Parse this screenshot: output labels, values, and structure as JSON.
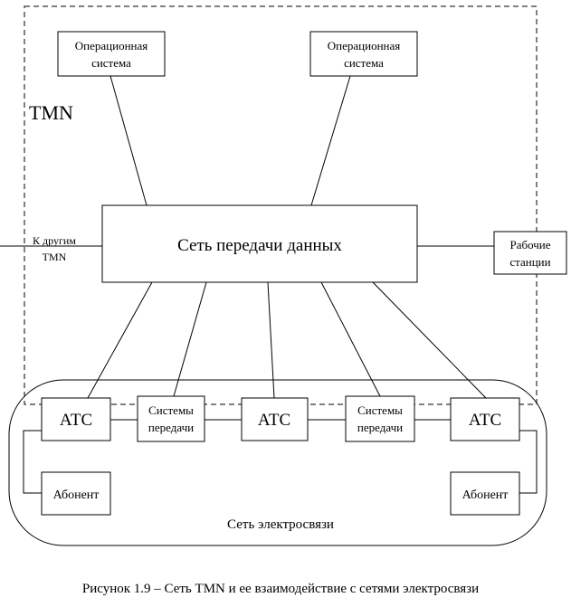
{
  "tmn_label": "TMN",
  "op_system_left": [
    "Операционная",
    "система"
  ],
  "op_system_right": [
    "Операционная",
    "система"
  ],
  "data_network": "Сеть передачи данных",
  "other_tmn": [
    "К другим",
    "TMN"
  ],
  "workstations": [
    "Рабочие",
    "станции"
  ],
  "atc_left": "АТС",
  "atc_middle": "АТС",
  "atc_right": "АТС",
  "transmission_left": [
    "Системы",
    "передачи"
  ],
  "transmission_right": [
    "Системы",
    "передачи"
  ],
  "subscriber_left": "Абонент",
  "subscriber_right": "Абонент",
  "telecom_network": "Сеть электросвязи",
  "caption": "Рисунок 1.9 – Сеть TMN и ее взаимодействие с сетями электросвязи"
}
